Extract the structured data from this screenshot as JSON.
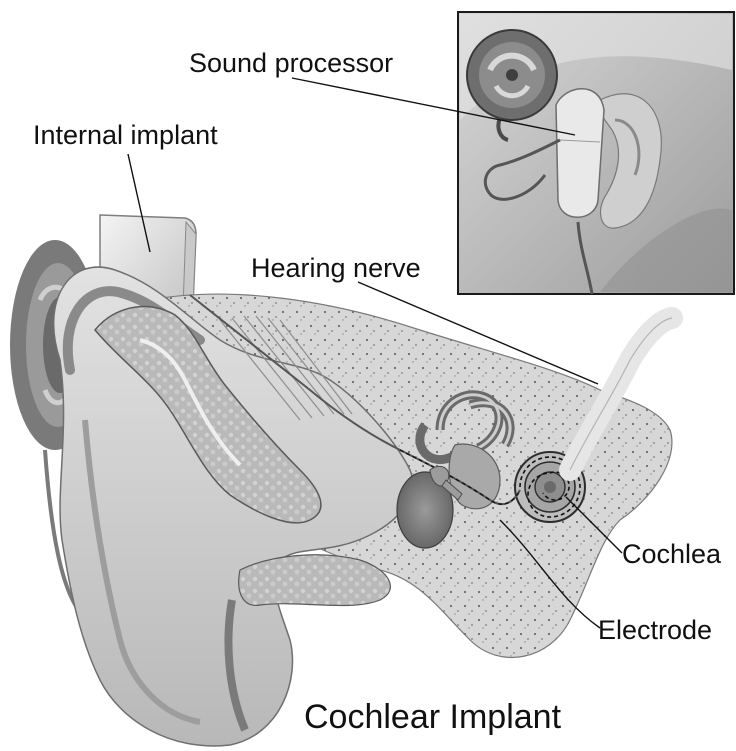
{
  "labels": {
    "sound_processor": "Sound processor",
    "internal_implant": "Internal implant",
    "hearing_nerve": "Hearing nerve",
    "cochlea": "Cochlea",
    "electrode": "Electrode"
  },
  "title": "Cochlear Implant",
  "colors": {
    "background": "#ffffff",
    "text": "#111111",
    "leader_line": "#111111",
    "tissue_light": "#d9d9d9",
    "tissue_mid": "#a8a8a8",
    "tissue_dark": "#5a5a5a",
    "bone_spongy": "#cfcfcf",
    "inset_border": "#1a1a1a"
  },
  "icons": [
    "ear-illustration",
    "sound-processor-device",
    "internal-implant-device",
    "electrode-lead",
    "cochlea-spiral",
    "hearing-nerve-bundle"
  ]
}
